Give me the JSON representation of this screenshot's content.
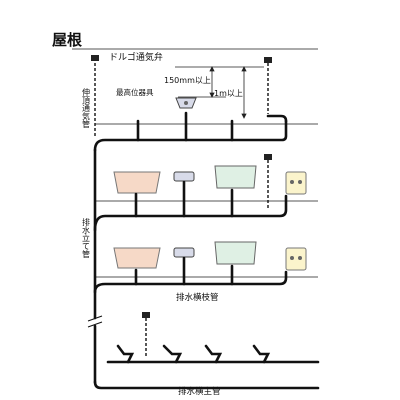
{
  "section_title": "屋根",
  "labels": {
    "dorugo_valve": "ドルゴ通気弁",
    "vent_pipe_vertical": "伸頂通気管",
    "highest_fixture": "最高位器具",
    "dim_150": "150mm以上",
    "dim_1m": "1m以上",
    "drain_stack_vertical": "排水立て管",
    "branch_drain": "排水横枝管",
    "main_drain": "排水横主管"
  },
  "colors": {
    "pipe": "#111111",
    "floor_line": "#444444",
    "bathtub_fill": "#f6d9c7",
    "sink_fill": "#dff0e4",
    "basin_fill": "#d8dbe9",
    "toilet_fill": "#fbf4cc"
  }
}
